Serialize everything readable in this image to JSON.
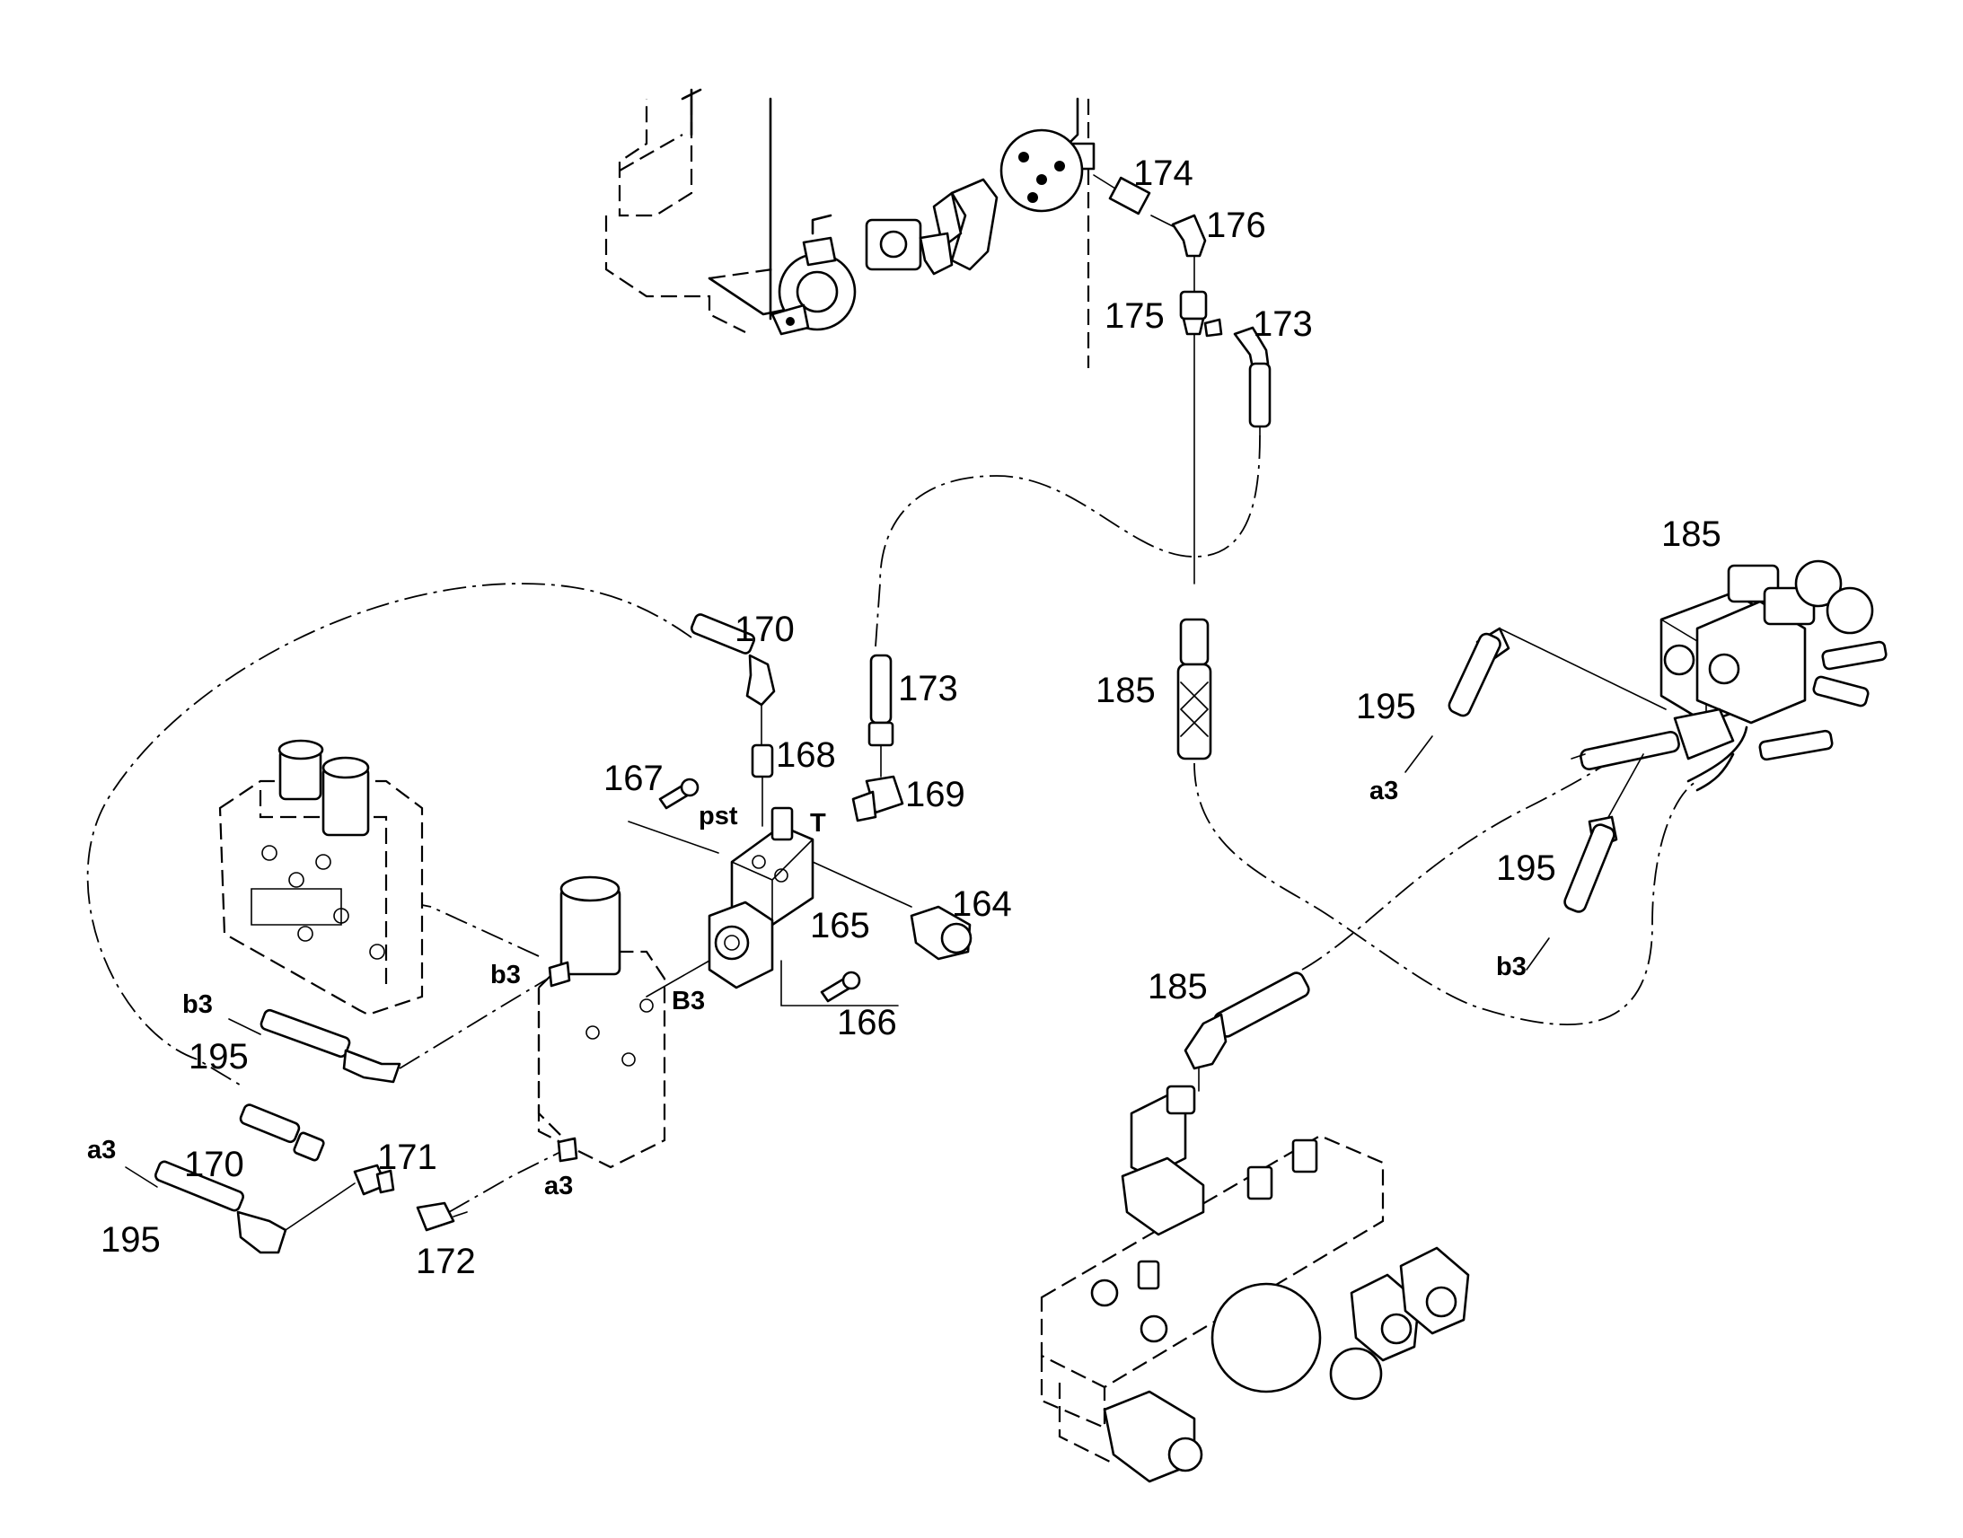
{
  "callouts": [
    {
      "id": "c174",
      "text": "174"
    },
    {
      "id": "c176",
      "text": "176"
    },
    {
      "id": "c175",
      "text": "175"
    },
    {
      "id": "c173a",
      "text": "173"
    },
    {
      "id": "c170a",
      "text": "170"
    },
    {
      "id": "c173b",
      "text": "173"
    },
    {
      "id": "c168",
      "text": "168"
    },
    {
      "id": "c167",
      "text": "167"
    },
    {
      "id": "c169",
      "text": "169"
    },
    {
      "id": "c164",
      "text": "164"
    },
    {
      "id": "c165",
      "text": "165"
    },
    {
      "id": "c166",
      "text": "166"
    },
    {
      "id": "c185a",
      "text": "185"
    },
    {
      "id": "c185b",
      "text": "185"
    },
    {
      "id": "c185c",
      "text": "185"
    },
    {
      "id": "c195a",
      "text": "195"
    },
    {
      "id": "c195b",
      "text": "195"
    },
    {
      "id": "c195c",
      "text": "195"
    },
    {
      "id": "c195d",
      "text": "195"
    },
    {
      "id": "c170b",
      "text": "170"
    },
    {
      "id": "c171",
      "text": "171"
    },
    {
      "id": "c172",
      "text": "172"
    }
  ],
  "ports": [
    {
      "id": "pst",
      "text": "pst"
    },
    {
      "id": "T",
      "text": "T"
    },
    {
      "id": "B3",
      "text": "B3"
    },
    {
      "id": "b3a",
      "text": "b3"
    },
    {
      "id": "b3b",
      "text": "b3"
    },
    {
      "id": "a3a",
      "text": "a3"
    },
    {
      "id": "a3b",
      "text": "a3"
    },
    {
      "id": "a3c",
      "text": "a3"
    },
    {
      "id": "b3c",
      "text": "b3"
    }
  ]
}
